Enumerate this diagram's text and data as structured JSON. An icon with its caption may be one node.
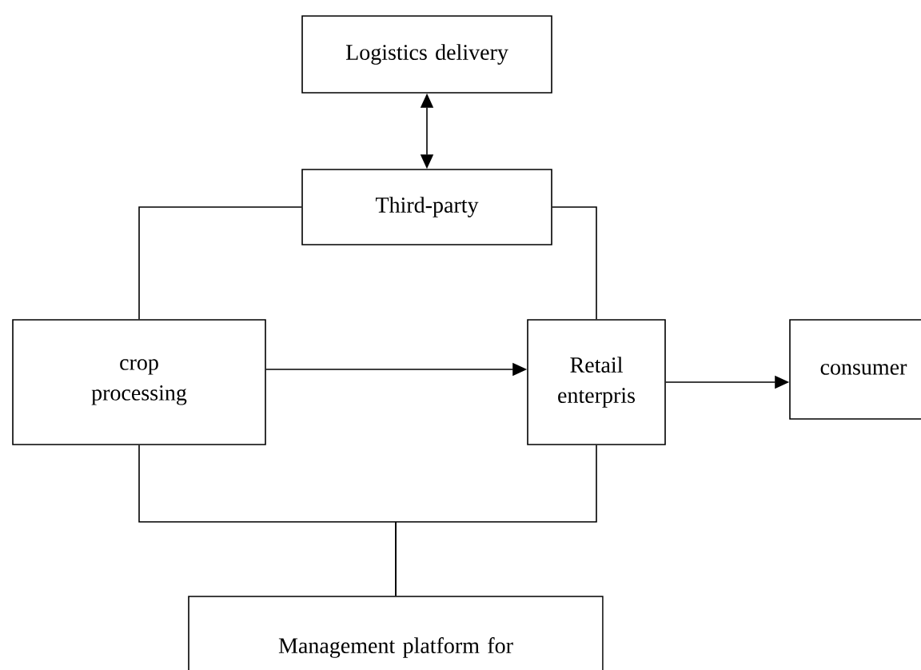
{
  "diagram": {
    "nodes": [
      {
        "text": [
          "Logistics delivery"
        ]
      },
      {
        "text": [
          "Third-party"
        ]
      },
      {
        "text": [
          "crop processing"
        ]
      },
      {
        "text": [
          "Retail enterpris"
        ]
      },
      {
        "text": [
          "consumer"
        ]
      },
      {
        "text": [
          "Management platform for"
        ]
      }
    ],
    "edges": [
      {
        "from": 0,
        "to": 1,
        "arrow": "both"
      },
      {
        "from": 1,
        "to": 2,
        "arrow": "none"
      },
      {
        "from": 1,
        "to": 3,
        "arrow": "none"
      },
      {
        "from": 2,
        "to": 3,
        "arrow": "to"
      },
      {
        "from": 3,
        "to": 4,
        "arrow": "to"
      },
      {
        "from": 2,
        "to": 5,
        "arrow": "none"
      },
      {
        "from": 3,
        "to": 5,
        "arrow": "none"
      }
    ]
  }
}
